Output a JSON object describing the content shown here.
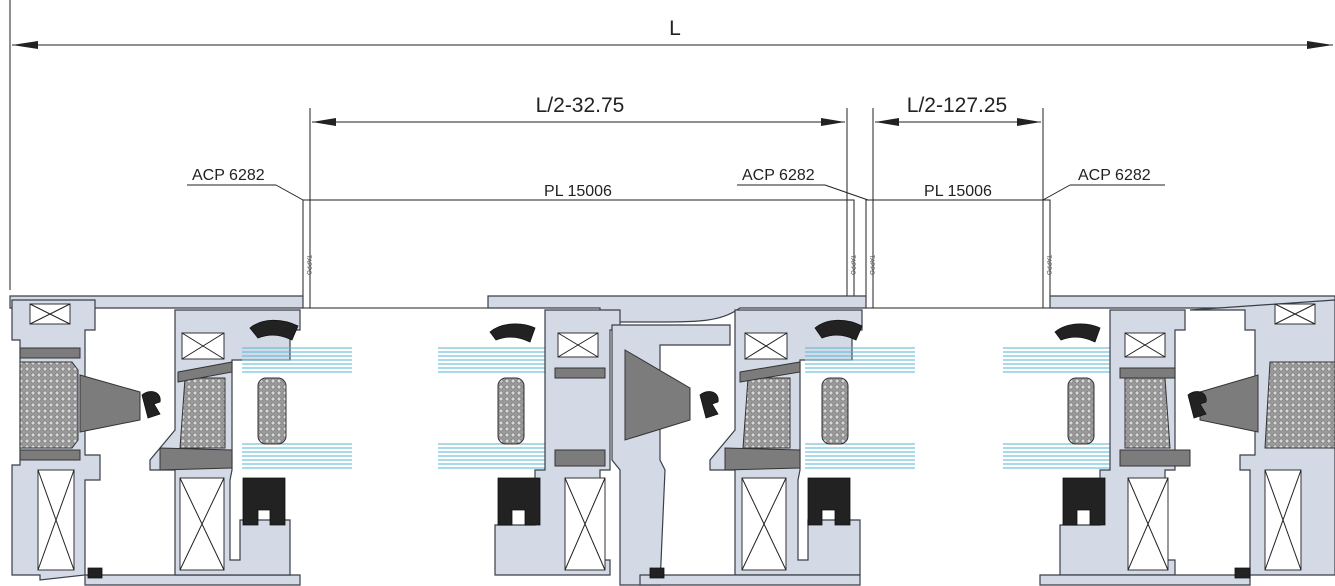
{
  "dimensions": {
    "overall": "L",
    "left_span": "L/2-32.75",
    "right_span": "L/2-127.25"
  },
  "labels": {
    "profile_left": "ACP 6282",
    "profile_middle": "ACP 6282",
    "profile_right": "ACP 6282",
    "panel_left": "PL 15006",
    "panel_right": "PL 15006"
  },
  "panel_marks": {
    "mark": "TAPPO"
  },
  "colors": {
    "line": "#222222",
    "aluminium": "#d3dae6",
    "glass": "#53b6d6",
    "gasket": "#222222",
    "insulation": "#7c7c7c"
  }
}
